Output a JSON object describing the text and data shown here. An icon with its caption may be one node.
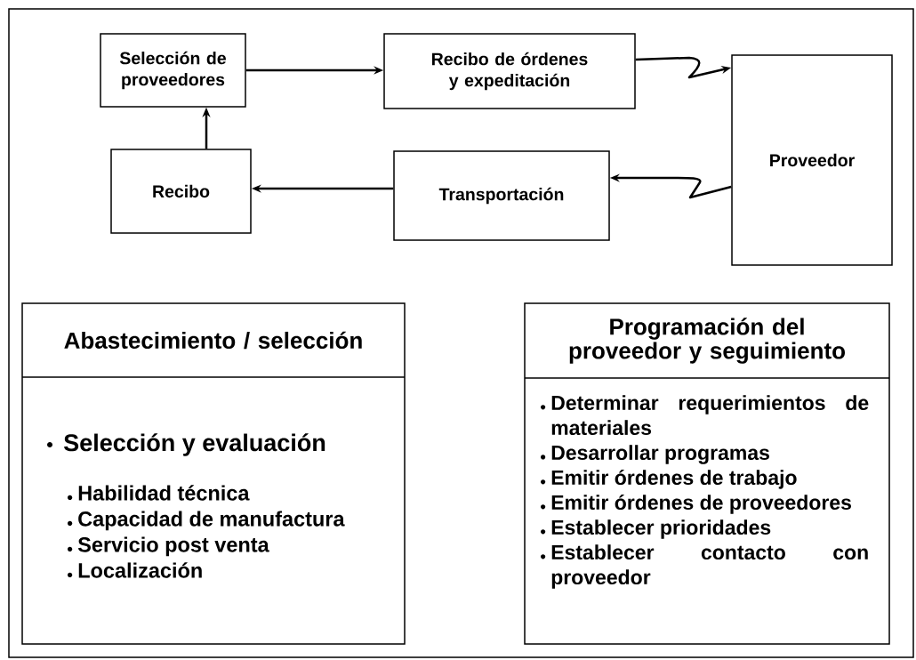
{
  "diagram": {
    "nodes": [
      {
        "text": [
          "Selección de proveedores"
        ]
      },
      {
        "text": [
          "Recibo de órdenes y expeditación"
        ]
      },
      {
        "text": [
          "Proveedor"
        ]
      },
      {
        "text": [
          "Recibo"
        ]
      },
      {
        "text": [
          "Transportación"
        ]
      },
      {
        "text": [
          "Abastecimiento / selección",
          "Selección y evaluación",
          "Habilidad técnica",
          "Capacidad de manufactura",
          "Servicio post venta",
          "Localización"
        ]
      },
      {
        "text": [
          "Programación del proveedor y seguimiento",
          "Determinar requerimientos de materiales",
          "Desarrollar programas",
          "Emitir órdenes de trabajo",
          "Emitir órdenes de proveedores",
          "Establecer prioridades",
          "Establecer contacto con proveedor"
        ]
      }
    ],
    "edges": [
      {
        "from": 0,
        "to": 1,
        "arrow": "to"
      },
      {
        "from": 1,
        "to": 2,
        "arrow": "to"
      },
      {
        "from": 2,
        "to": 4,
        "arrow": "to"
      },
      {
        "from": 4,
        "to": 3,
        "arrow": "to"
      },
      {
        "from": 3,
        "to": 0,
        "arrow": "to"
      }
    ]
  }
}
